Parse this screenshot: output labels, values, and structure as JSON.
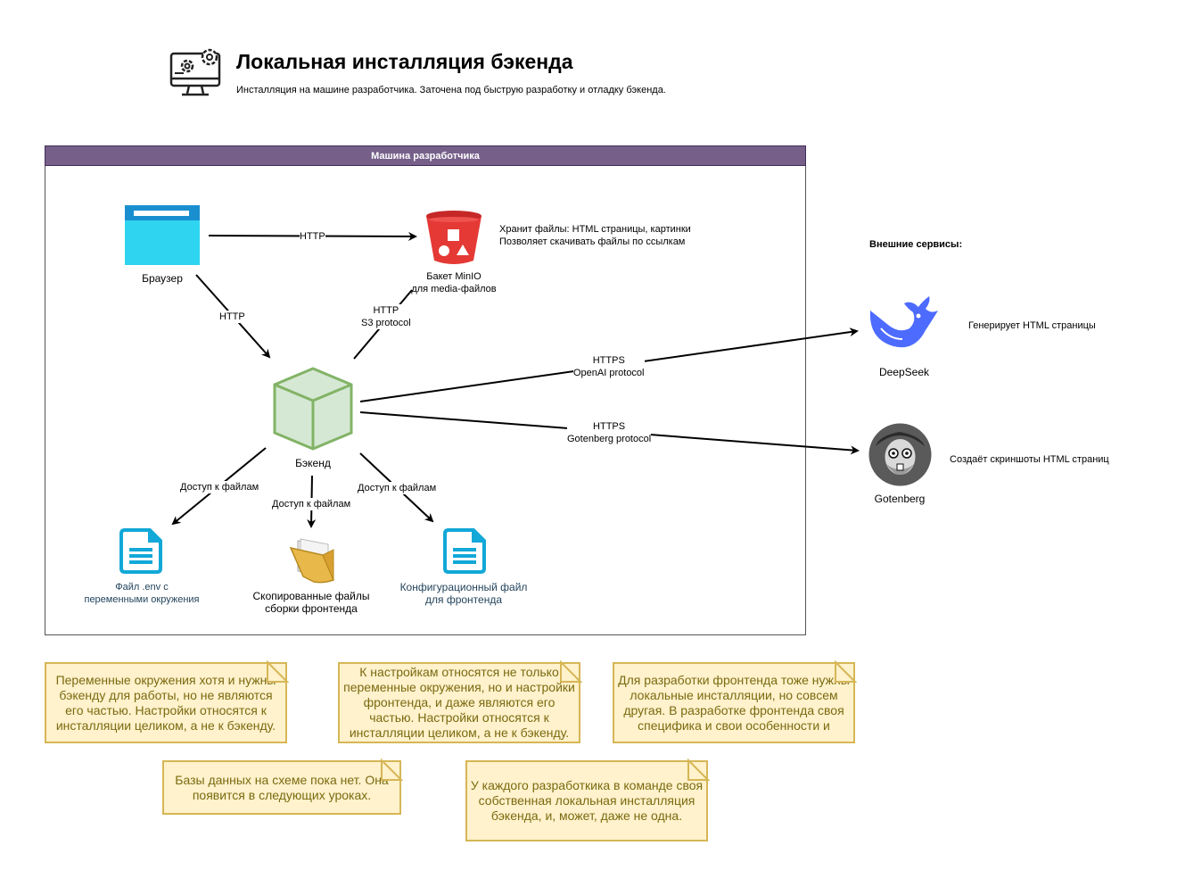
{
  "header": {
    "title": "Локальная инсталляция бэкенда",
    "subtitle": "Инсталляция на машине разработчика. Заточена под быструю разработку и отладку бэкенда."
  },
  "frame": {
    "title": "Машина разработчика"
  },
  "nodes": {
    "browser": "Браузер",
    "minio_line1": "Бакет MinIO",
    "minio_line2": "для media-файлов",
    "minio_desc_line1": "Хранит файлы: HTML страницы, картинки",
    "minio_desc_line2": "Позволяет скачивать файлы по ссылкам",
    "backend": "Бэкенд",
    "env_line1": "Файл .env с",
    "env_line2": "переменными окружения",
    "frontend_files_line1": "Скопированные файлы",
    "frontend_files_line2": "сборки фронтенда",
    "frontend_config_line1": "Конфигурационный файл",
    "frontend_config_line2": "для фронтенда"
  },
  "edges": {
    "browser_minio": "HTTP",
    "browser_backend": "HTTP",
    "backend_minio_line1": "HTTP",
    "backend_minio_line2": "S3 protocol",
    "backend_deepseek_line1": "HTTPS",
    "backend_deepseek_line2": "OpenAI protocol",
    "backend_gotenberg_line1": "HTTPS",
    "backend_gotenberg_line2": "Gotenberg protocol",
    "file_access_env": "Доступ к файлам",
    "file_access_build": "Доступ к файлам",
    "file_access_config": "Доступ к файлам"
  },
  "external": {
    "heading": "Внешние сервисы:",
    "deepseek": "DeepSeek",
    "deepseek_desc": "Генерирует HTML страницы",
    "gotenberg": "Gotenberg",
    "gotenberg_desc": "Создаёт скриншоты HTML страниц"
  },
  "notes": [
    "Переменные окружения хотя и нужны бэкенду для работы, но не являются его частью. Настройки относятся к инсталляции целиком, а не к бэкенду.",
    "К настройкам относятся не только переменные окружения, но и настройки фронтенда, и даже  являются его частью. Настройки относятся к инсталляции целиком, а не к бэкенду.",
    "Для разработки фронтенда тоже нужны локальные инсталляции, но совсем другая. В разработке фронтенда своя специфика и свои особенности и",
    "Базы данных на схеме пока нет. Она появится в следующих уроках.",
    "У каждого разработкика в команде своя собственная локальная инсталляция бэкенда, и, может, даже не одна."
  ],
  "colors": {
    "frame_header": "#76608a",
    "browser": "#2fd4f0",
    "minio": "#e53935",
    "backend_fill": "#d5e8d4",
    "backend_stroke": "#82b366",
    "deepseek": "#4d6bfe",
    "file_icon": "#12a8d8",
    "note_fill": "#fff2cc",
    "note_stroke": "#d6b656"
  }
}
